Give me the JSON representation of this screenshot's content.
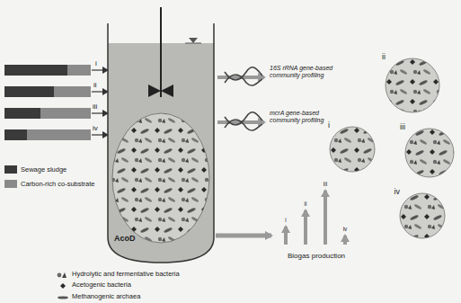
{
  "diagram": {
    "nodes": [
      {
        "text": [
          "AcoD"
        ]
      },
      {
        "text": [
          "ii"
        ]
      },
      {
        "text": [
          "i"
        ]
      },
      {
        "text": [
          "iii"
        ]
      },
      {
        "text": [
          "iv"
        ]
      }
    ],
    "labels": [
      "i",
      "ii",
      "iii",
      "iv",
      "16S rRNA gene-based community profiling",
      "mcrA gene-based community profiling",
      "Biogas production",
      "i",
      "ii",
      "iii",
      "iv"
    ],
    "legend": [
      {
        "text": "Sewage sludge",
        "color": "#3a3a3a"
      },
      {
        "text": "Carbon-rich co-substrate",
        "color": "#8a8a8a"
      },
      {
        "text": "Hydrolytic and fermentative bacteria"
      },
      {
        "text": "Acetogenic bacteria"
      },
      {
        "text": "Methanogenic archaea"
      }
    ]
  }
}
